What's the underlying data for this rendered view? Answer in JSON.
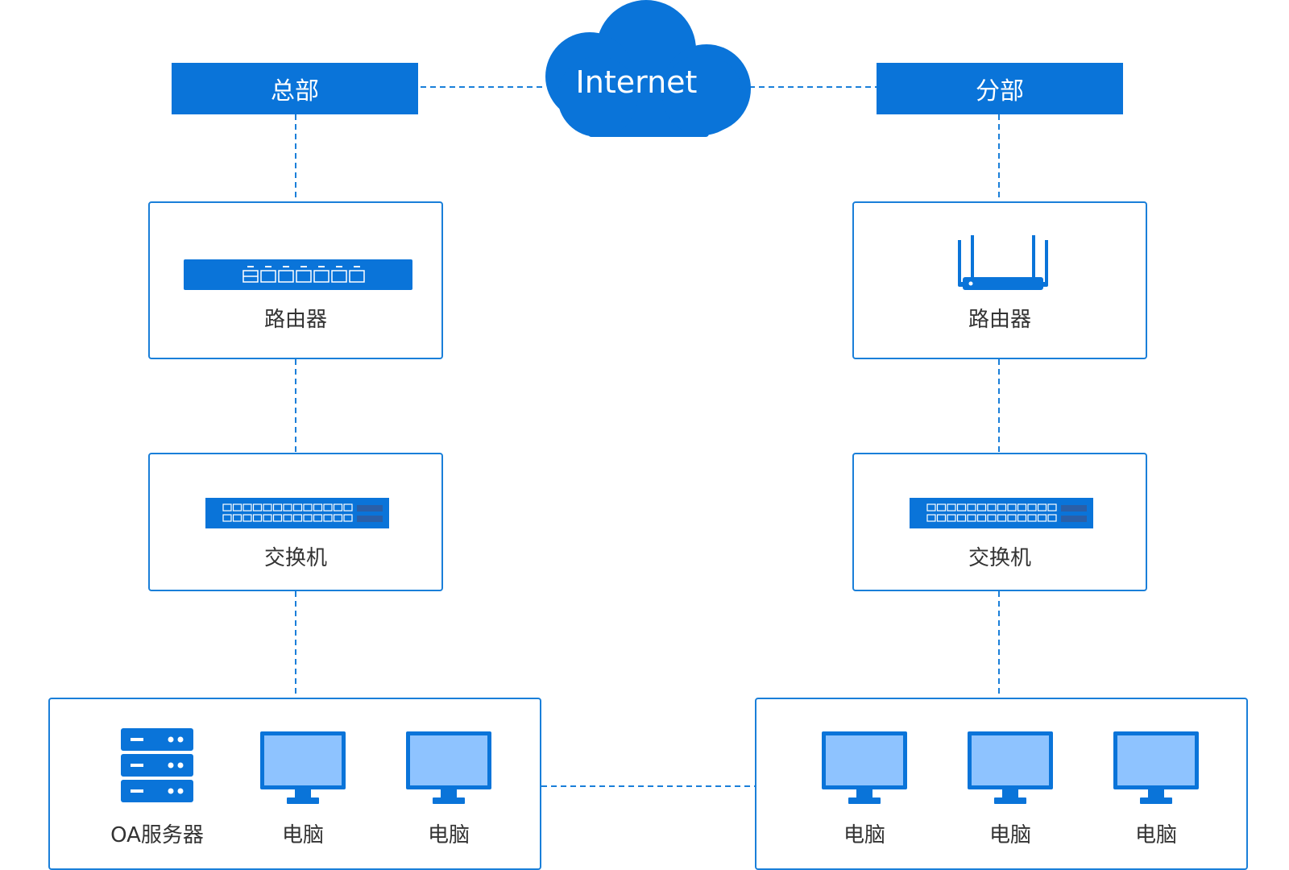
{
  "cloud": {
    "label": "Internet"
  },
  "headquarters": {
    "title": "总部",
    "router_label": "路由器",
    "switch_label": "交换机",
    "server_label": "OA服务器",
    "pc1_label": "电脑",
    "pc2_label": "电脑"
  },
  "branch": {
    "title": "分部",
    "router_label": "路由器",
    "switch_label": "交换机",
    "pc1_label": "电脑",
    "pc2_label": "电脑",
    "pc3_label": "电脑"
  },
  "colors": {
    "primary": "#0a74d9",
    "border": "#1a7fd9",
    "monitor_screen": "#8ec3ff",
    "line": "#1a7fd9"
  },
  "icons": {
    "cloud": "cloud-icon",
    "hq_router": "rack-router-icon",
    "branch_router": "wireless-router-icon",
    "switch": "switch-icon",
    "server": "server-icon",
    "computer": "monitor-icon"
  }
}
